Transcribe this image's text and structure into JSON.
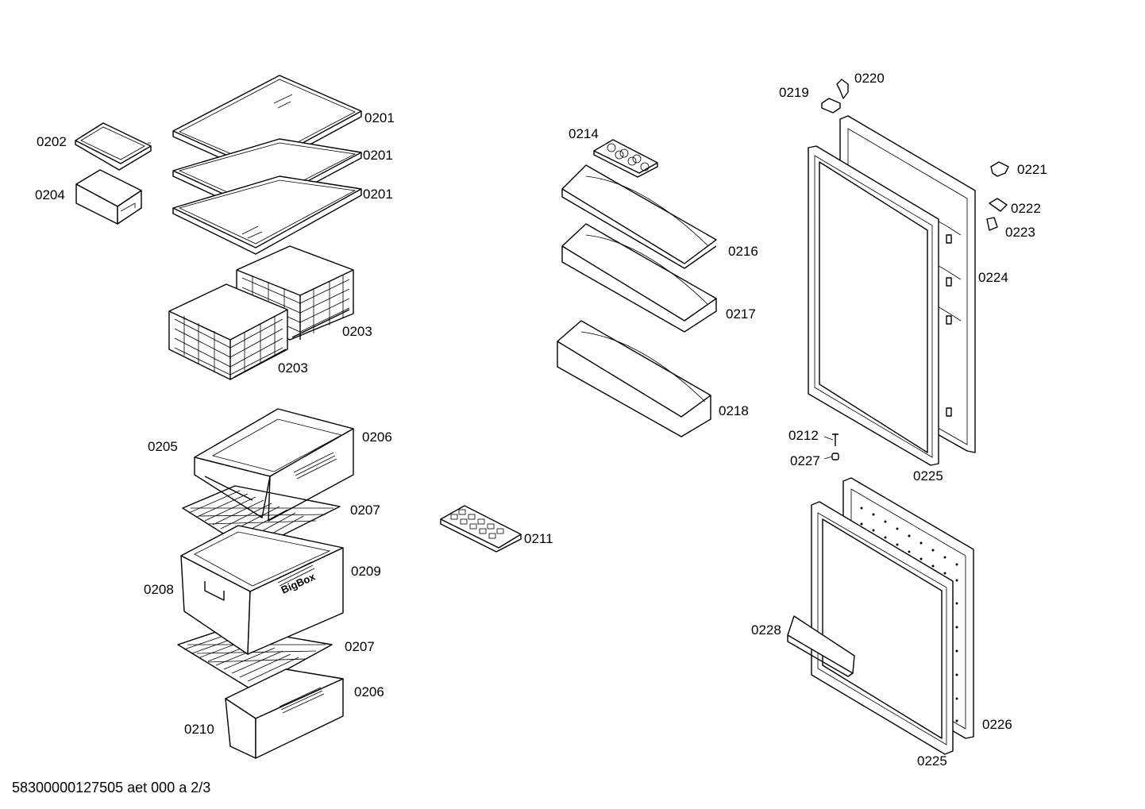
{
  "parts": {
    "p0201a": "0201",
    "p0201b": "0201",
    "p0201c": "0201",
    "p0202": "0202",
    "p0204": "0204",
    "p0203a": "0203",
    "p0203b": "0203",
    "p0205": "0205",
    "p0206a": "0206",
    "p0207a": "0207",
    "p0208": "0208",
    "p0209": "0209",
    "p0207b": "0207",
    "p0206b": "0206",
    "p0210": "0210",
    "p0211": "0211",
    "p0214": "0214",
    "p0216": "0216",
    "p0217": "0217",
    "p0218": "0218",
    "p0219": "0219",
    "p0220": "0220",
    "p0221": "0221",
    "p0222": "0222",
    "p0223": "0223",
    "p0224": "0224",
    "p0212": "0212",
    "p0227": "0227",
    "p0225a": "0225",
    "p0228": "0228",
    "p0226": "0226",
    "p0225b": "0225"
  },
  "drawer_brand_text": "BigBox",
  "footer_text": "58300000127505 aet 000 a 2/3"
}
